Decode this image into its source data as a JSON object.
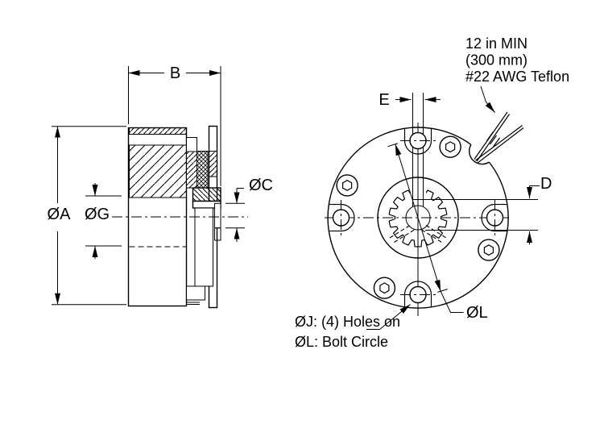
{
  "side_view": {
    "dim_width": "B",
    "dim_outer_dia": "ØA",
    "dim_hub_dia": "ØG",
    "dim_pilot_dia": "ØC"
  },
  "front_view": {
    "dim_keyway_width": "E",
    "dim_keyway_depth": "D",
    "dim_bolt_circle": "ØL"
  },
  "notes": {
    "wire": {
      "line1": "12 in MIN",
      "line2": "(300 mm)",
      "line3": "#22 AWG Teflon"
    },
    "holes": {
      "line1": "ØJ: (4) Holes on",
      "line2": "ØL: Bolt Circle"
    }
  },
  "colors": {
    "line": "#000000",
    "background": "#ffffff"
  }
}
